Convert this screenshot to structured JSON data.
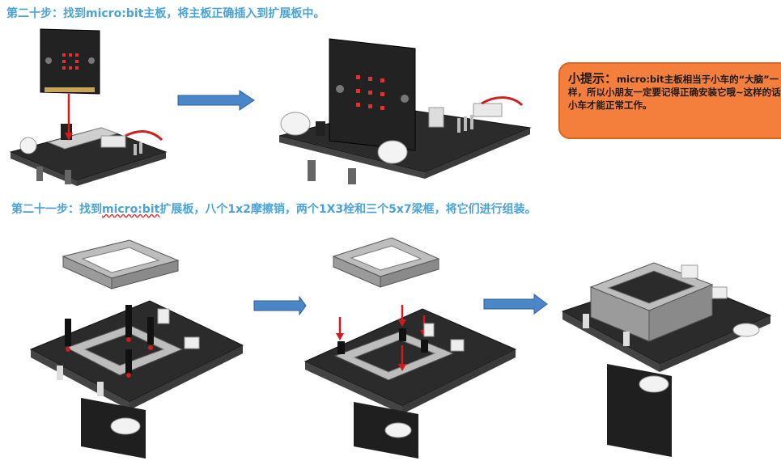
{
  "step20": {
    "prefix": "第二十步：找到",
    "keyword": "micro:bit",
    "suffix": "主板，将主板正确插入到扩展板中。"
  },
  "tip": {
    "head": "小提示：",
    "body": "micro:bit主板相当于小车的“大脑”一样，所以小朋友一定要记得正确安装它哦~这样的话小车才能正常工作。"
  },
  "step21": {
    "prefix": "第二十一步：找到",
    "keyword": "micro:bit",
    "suffix": "扩展板，八个1x2摩擦销，两个1X3栓和三个5x7梁框，将它们进行组装。"
  },
  "colors": {
    "title": "#4aa3d8",
    "arrow_fill": "#4a86c8",
    "arrow_stroke": "#2f5f99",
    "tip_bg": "#f47f3c",
    "pin_arrow": "#d21a1a"
  }
}
